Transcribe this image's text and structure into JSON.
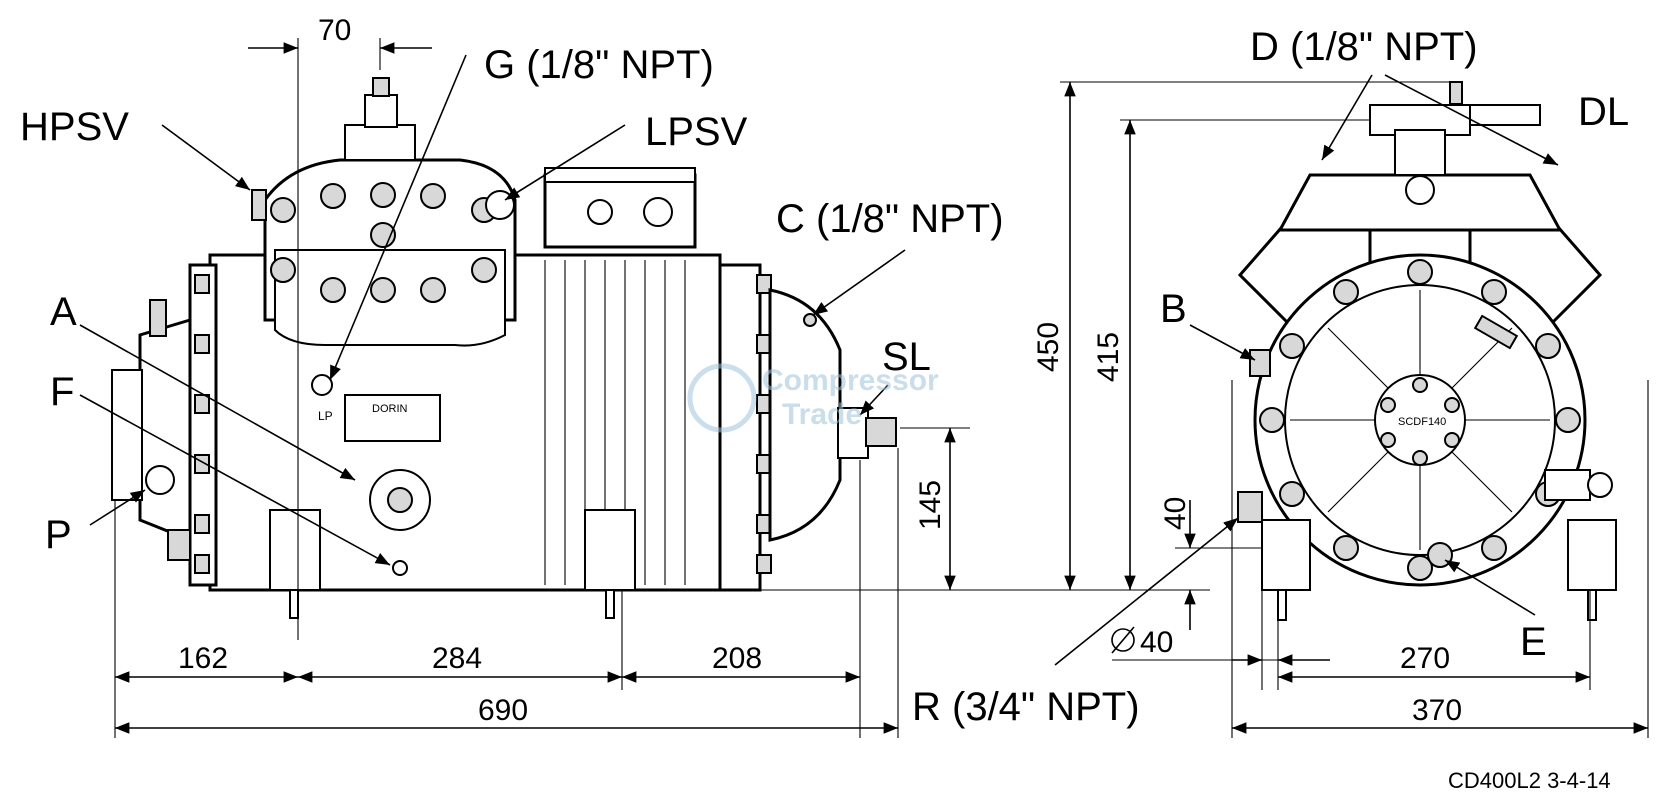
{
  "side_view": {
    "labels": {
      "hpsv": "HPSV",
      "g": "G (1/8\" NPT)",
      "lpsv": "LPSV",
      "c": "C (1/8\" NPT)",
      "a": "A",
      "f": "F",
      "p": "P",
      "sl": "SL"
    },
    "dimensions": {
      "top": "70",
      "d162": "162",
      "d284": "284",
      "d208": "208",
      "d690": "690",
      "d145": "145"
    },
    "plate_text": "DORIN",
    "lp_text": "LP"
  },
  "front_view": {
    "labels": {
      "d": "D (1/8\" NPT)",
      "dl": "DL",
      "b": "B",
      "e": "E",
      "r": "R (3/4\" NPT)"
    },
    "dimensions": {
      "d450": "450",
      "d415": "415",
      "d40v": "40",
      "d40dia": "40",
      "d270": "270",
      "d370": "370"
    },
    "badge_text": "SCDF140"
  },
  "watermark": {
    "line1": "Compressor",
    "line2": "Trade"
  },
  "drawing_code": "CD400L2  3-4-14"
}
